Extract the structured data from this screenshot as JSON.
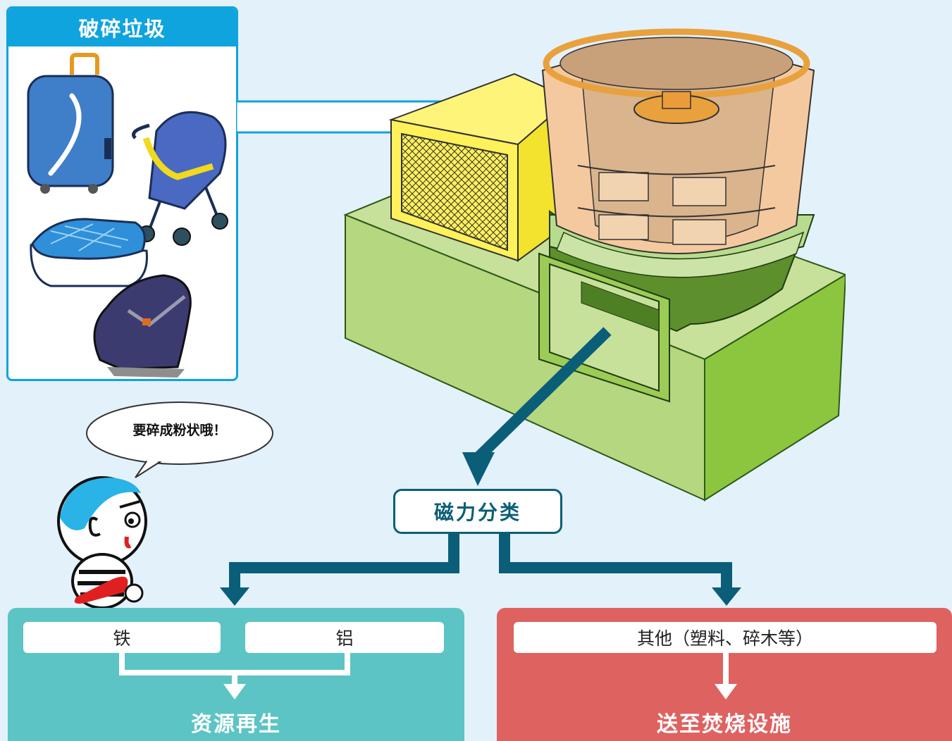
{
  "waste_box": {
    "title": "破碎垃圾"
  },
  "speech_bubble": {
    "text": "要碎成粉状哦！"
  },
  "magnetic_sorting": {
    "label": "磁力分类"
  },
  "recycle_branch": {
    "items": [
      "铁",
      "铝"
    ],
    "result": "资源再生"
  },
  "incinerate_branch": {
    "item": "其他（塑料、碎木等）",
    "result": "送至焚烧设施"
  },
  "colors": {
    "header_blue": "#0fa4de",
    "arrow_teal": "#0b5e78",
    "recycle_teal": "#5cc4c4",
    "incinerate_red": "#de6260",
    "base_green": "#8cc63f",
    "background": "#e3f1fb"
  }
}
